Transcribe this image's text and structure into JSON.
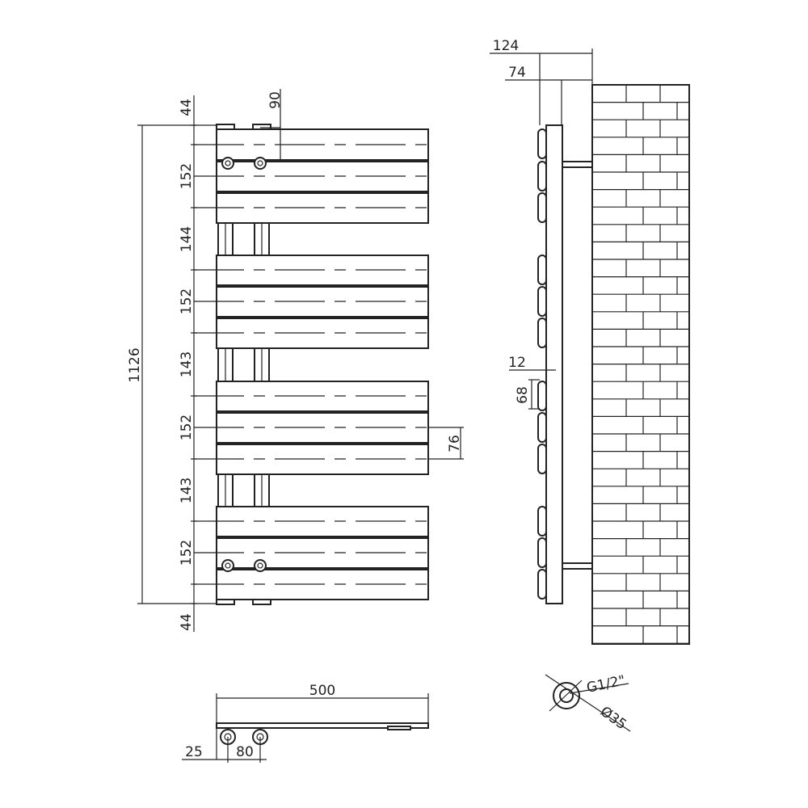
{
  "front_view": {
    "overall_height": "1126",
    "top_margin": "44",
    "bottom_margin": "44",
    "pipe_spacing": "90",
    "group_heights": [
      "152",
      "152",
      "152",
      "152"
    ],
    "gap_heights": [
      "144",
      "143",
      "143"
    ],
    "bar_depth": "76"
  },
  "side_view": {
    "overall_depth": "124",
    "wall_to_panel": "74",
    "bracket_offset": "12",
    "bracket_height": "68"
  },
  "bottom_view": {
    "width": "500",
    "edge_offset": "25",
    "pipe_centres": "80"
  },
  "valve_detail": {
    "thread": "G1/2\"",
    "diameter": "Ø35"
  }
}
